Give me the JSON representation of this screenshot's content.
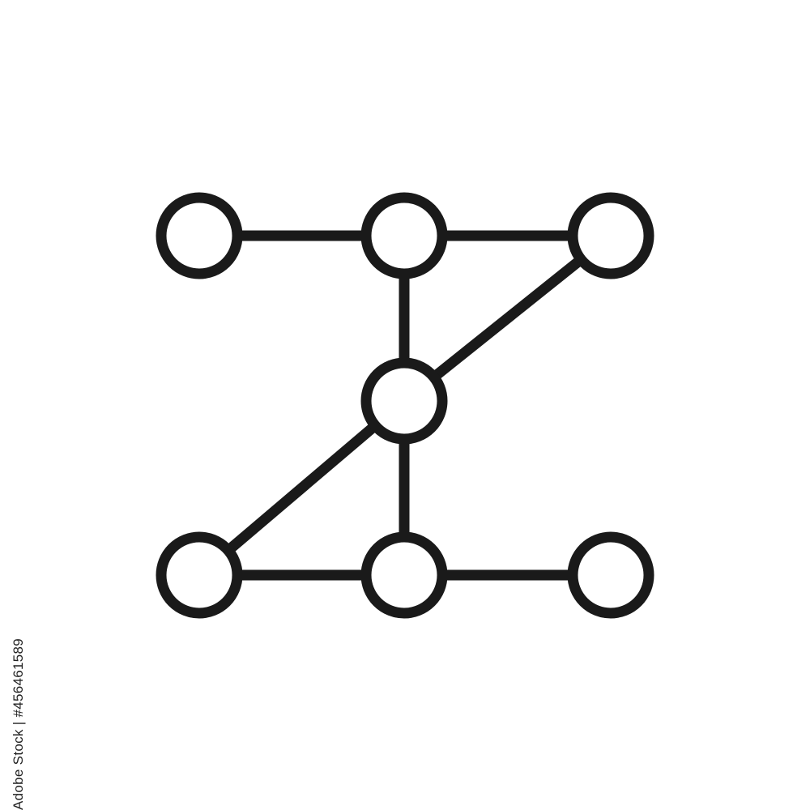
{
  "image": {
    "icon_name": "z-shaped-node-network-icon",
    "background_color": "#ffffff",
    "stroke_color": "#1a1a1a",
    "node_fill_color": "#ffffff",
    "stock_id_text": "Adobe Stock | #456461589"
  },
  "diagram": {
    "nodes": [
      {
        "id": "top-left"
      },
      {
        "id": "top-center"
      },
      {
        "id": "top-right"
      },
      {
        "id": "center"
      },
      {
        "id": "bottom-left"
      },
      {
        "id": "bottom-center"
      },
      {
        "id": "bottom-right"
      }
    ],
    "edges": [
      {
        "from": "top-left",
        "to": "top-center"
      },
      {
        "from": "top-center",
        "to": "top-right"
      },
      {
        "from": "top-center",
        "to": "center"
      },
      {
        "from": "top-right",
        "to": "center"
      },
      {
        "from": "center",
        "to": "bottom-left"
      },
      {
        "from": "center",
        "to": "bottom-center"
      },
      {
        "from": "bottom-left",
        "to": "bottom-center"
      },
      {
        "from": "bottom-center",
        "to": "bottom-right"
      }
    ]
  }
}
